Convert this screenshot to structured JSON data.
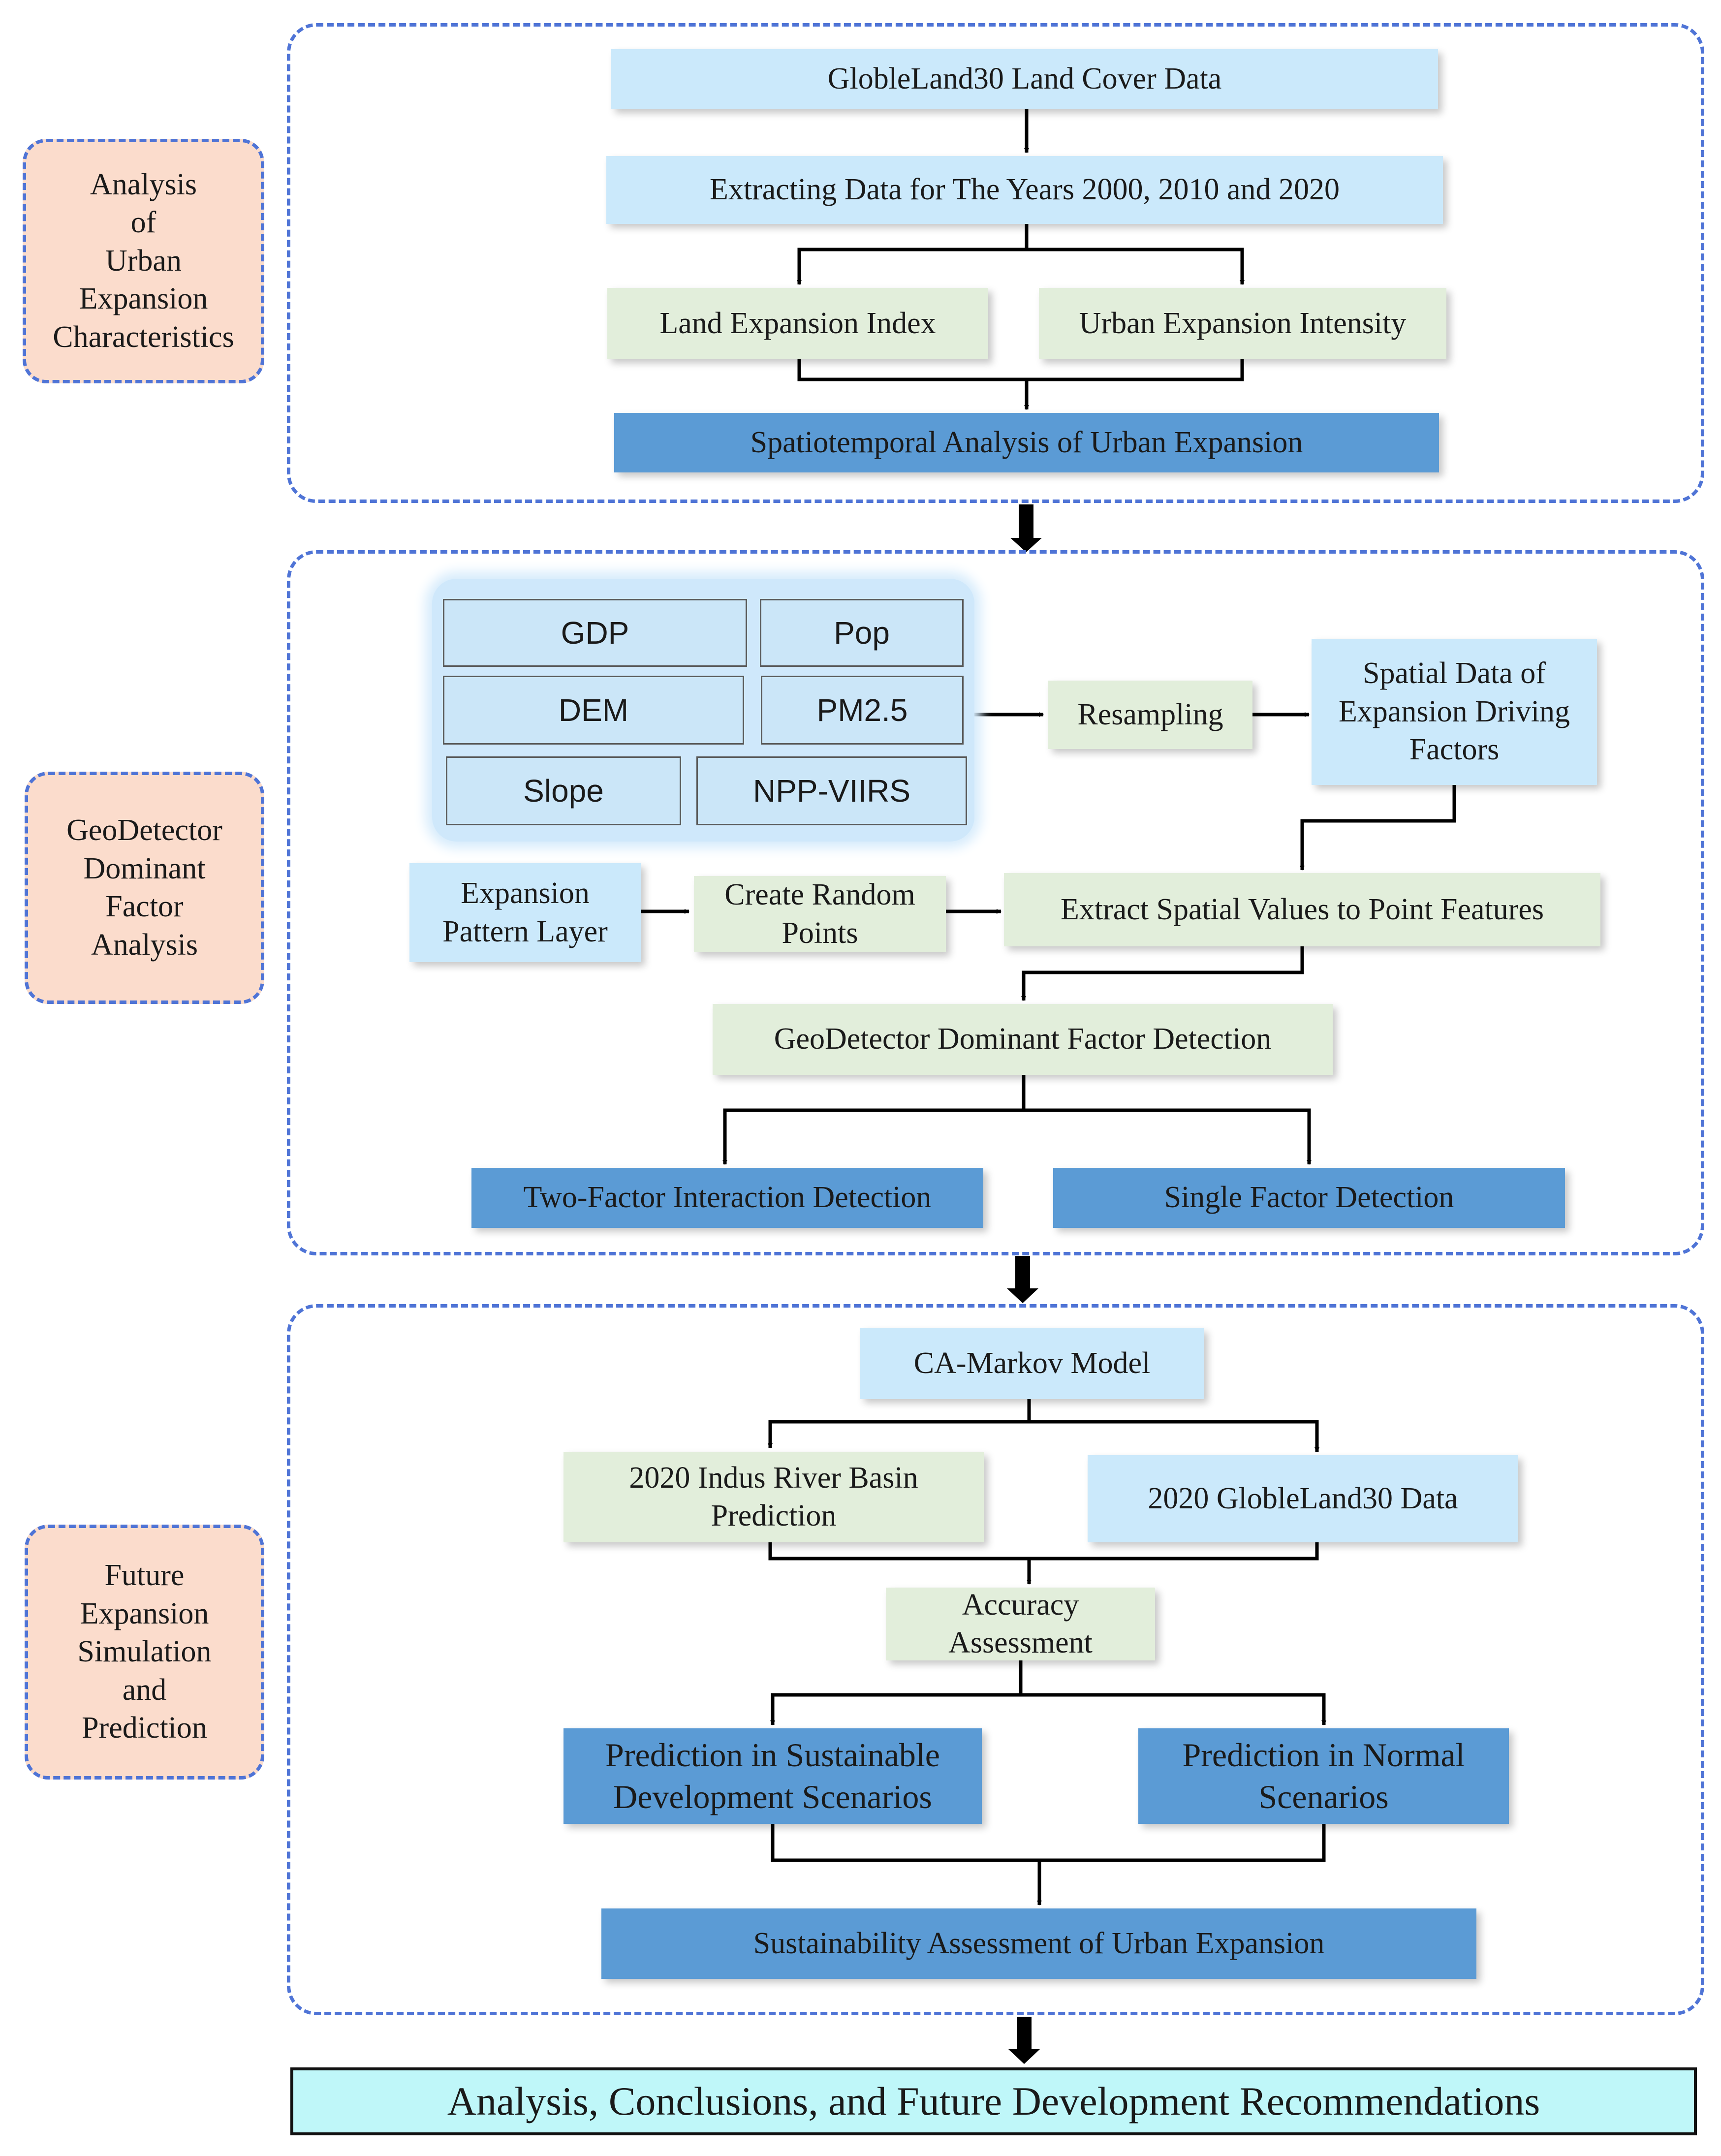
{
  "stages": {
    "analysis": "Analysis\nof\nUrban\nExpansion\nCharacteristics",
    "geodetector": "GeoDetector\nDominant\nFactor\nAnalysis",
    "future": "Future\nExpansion\nSimulation\nand\nPrediction"
  },
  "section1": {
    "globeland": "GlobleLand30 Land Cover Data",
    "extracting": "Extracting Data for The Years 2000, 2010 and 2020",
    "land_expansion_index": "Land Expansion Index",
    "urban_expansion_intensity": "Urban Expansion Intensity",
    "spatiotemporal": "Spatiotemporal Analysis of Urban Expansion"
  },
  "section2": {
    "factors": {
      "gdp": "GDP",
      "pop": "Pop",
      "dem": "DEM",
      "pm25": "PM2.5",
      "slope": "Slope",
      "npp": "NPP-VIIRS"
    },
    "resampling": "Resampling",
    "spatial_data": "Spatial Data of\nExpansion Driving\nFactors",
    "expansion_pattern": "Expansion\nPattern Layer",
    "random_points": "Create Random\nPoints",
    "extract_values": "Extract Spatial Values to Point Features",
    "dominant_detection": "GeoDetector Dominant Factor Detection",
    "two_factor": "Two-Factor Interaction Detection",
    "single_factor": "Single Factor Detection"
  },
  "section3": {
    "ca_markov": "CA-Markov Model",
    "indus_prediction": "2020 Indus River Basin\nPrediction",
    "globeland_2020": "2020 GlobleLand30 Data",
    "accuracy": "Accuracy\nAssessment",
    "sustainable": "Prediction in Sustainable\nDevelopment Scenarios",
    "normal": "Prediction in Normal\nScenarios",
    "sustainability": "Sustainability Assessment of Urban Expansion"
  },
  "final": "Analysis, Conclusions, and Future Development Recommendations"
}
